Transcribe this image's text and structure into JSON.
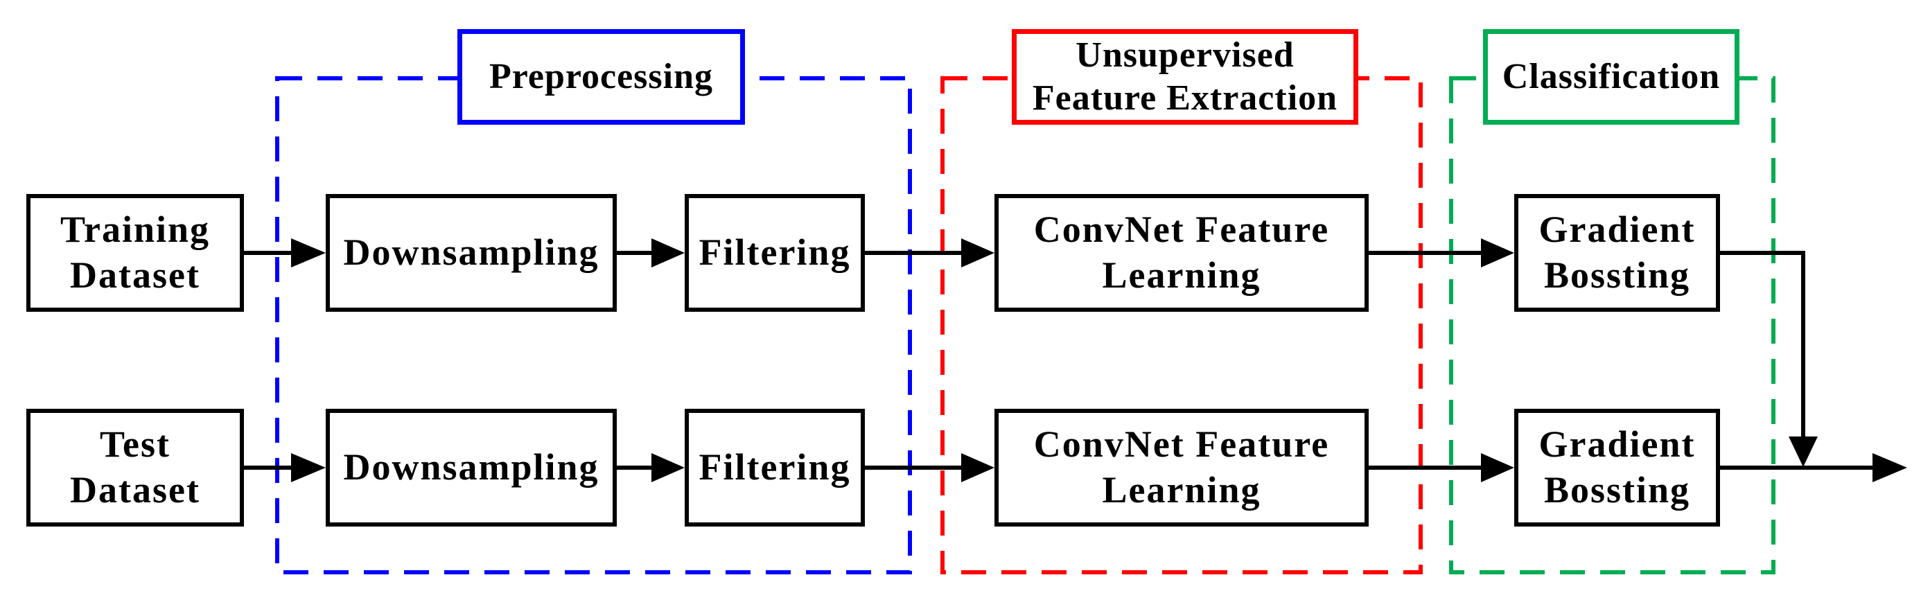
{
  "colors": {
    "blue": "#0000ff",
    "red": "#ff0000",
    "green": "#00ad52",
    "black": "#000000"
  },
  "stages": [
    {
      "label": "Preprocessing"
    },
    {
      "label": "Unsupervised\nFeature Extraction"
    },
    {
      "label": "Classification"
    }
  ],
  "rows": [
    {
      "source": "Training\nDataset",
      "steps": [
        "Downsampling",
        "Filtering",
        "ConvNet Feature\nLearning",
        "Gradient\nBossting"
      ]
    },
    {
      "source": "Test\nDataset",
      "steps": [
        "Downsampling",
        "Filtering",
        "ConvNet Feature\nLearning",
        "Gradient\nBossting"
      ]
    }
  ]
}
